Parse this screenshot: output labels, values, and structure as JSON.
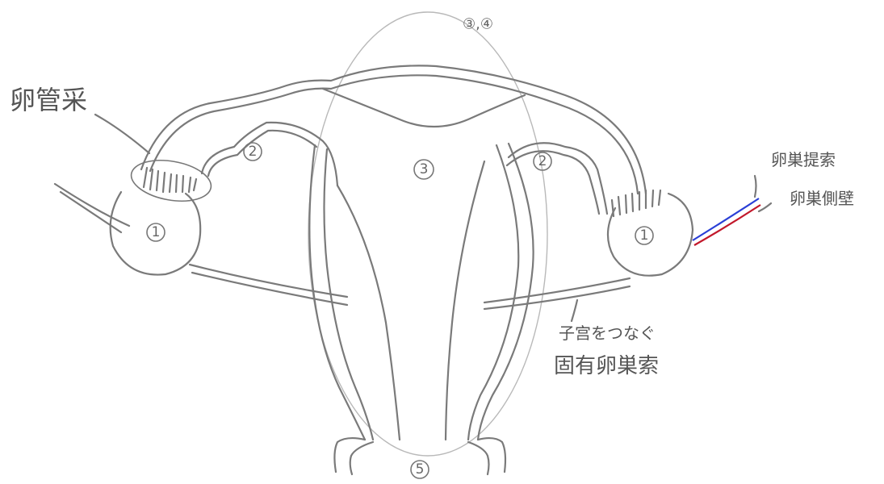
{
  "labels": {
    "fimbriae": "卵管采",
    "suspensory_ligament": "卵巣提索",
    "ovary_side_wall": "卵巣側壁",
    "ovarian_ligament_line1": "子宫をつなぐ",
    "ovarian_ligament_line2": "固有卵巣索"
  },
  "markers": {
    "top": "③,④",
    "ovary_left": "1",
    "ovary_right": "1",
    "tube_left": "2",
    "tube_right": "2",
    "uterus": "3",
    "bottom": "5"
  },
  "colors": {
    "pencil": "#7a7a7a",
    "vessel_blue": "#2a3fd6",
    "vessel_red": "#c2182b"
  }
}
